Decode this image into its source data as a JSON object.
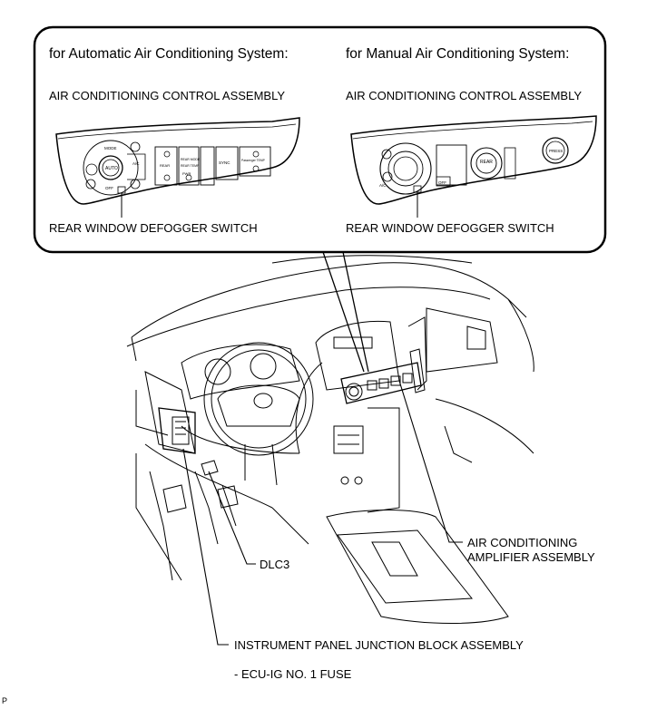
{
  "callout": {
    "automatic": {
      "heading": "for Automatic Air Conditioning System:",
      "assembly": "AIR CONDITIONING CONTROL ASSEMBLY",
      "switch": "REAR WINDOW DEFOGGER SWITCH",
      "panel_texts": {
        "mode": "MODE",
        "auto": "AUTO",
        "off": "OFF",
        "ac": "A/C",
        "rear": "REAR",
        "rear_mode": "REAR MODE",
        "rear_temp": "REAR TEMP",
        "pwr": "PWR",
        "sync": "SYNC",
        "passenger_temp": "Passenger TEMP"
      }
    },
    "manual": {
      "heading": "for Manual Air Conditioning System:",
      "assembly": "AIR CONDITIONING CONTROL ASSEMBLY",
      "switch": "REAR WINDOW DEFOGGER SWITCH",
      "panel_texts": {
        "ac": "A/C",
        "off": "OFF",
        "rear": "REAR",
        "press": "PRESS"
      }
    }
  },
  "labels": {
    "amplifier_line1": "AIR CONDITIONING",
    "amplifier_line2": "AMPLIFIER ASSEMBLY",
    "dlc3": "DLC3",
    "junction_block": "INSTRUMENT PANEL JUNCTION BLOCK ASSEMBLY",
    "fuse": "- ECU-IG NO. 1 FUSE"
  },
  "figure_code": "P"
}
